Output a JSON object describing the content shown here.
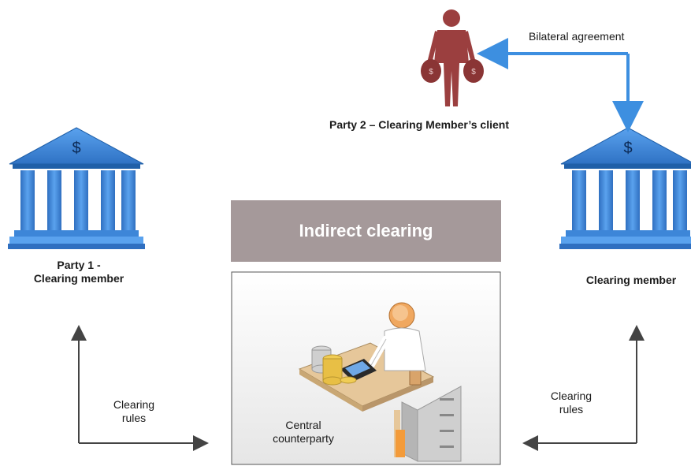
{
  "title": "Indirect clearing",
  "nodes": {
    "party1": "Party 1 -\nClearing member",
    "party2": "Party 2 – Clearing Member’s client",
    "clearing_member": "Clearing member",
    "ccp": "Central\ncounterparty"
  },
  "edges": {
    "bilateral": "Bilateral agreement",
    "rules_left": "Clearing\nrules",
    "rules_right": "Clearing\nrules"
  },
  "symbols": {
    "dollar": "$"
  },
  "colors": {
    "bank_blue": "#3d86d8",
    "bank_dark": "#1f5fa8",
    "client_red": "#9b3f3f",
    "arrow_blue": "#3d8fe0",
    "title_bg": "#a5999a"
  },
  "icons": [
    "bank-icon",
    "person-with-money-bags-icon",
    "clerk-at-desk-icon"
  ]
}
